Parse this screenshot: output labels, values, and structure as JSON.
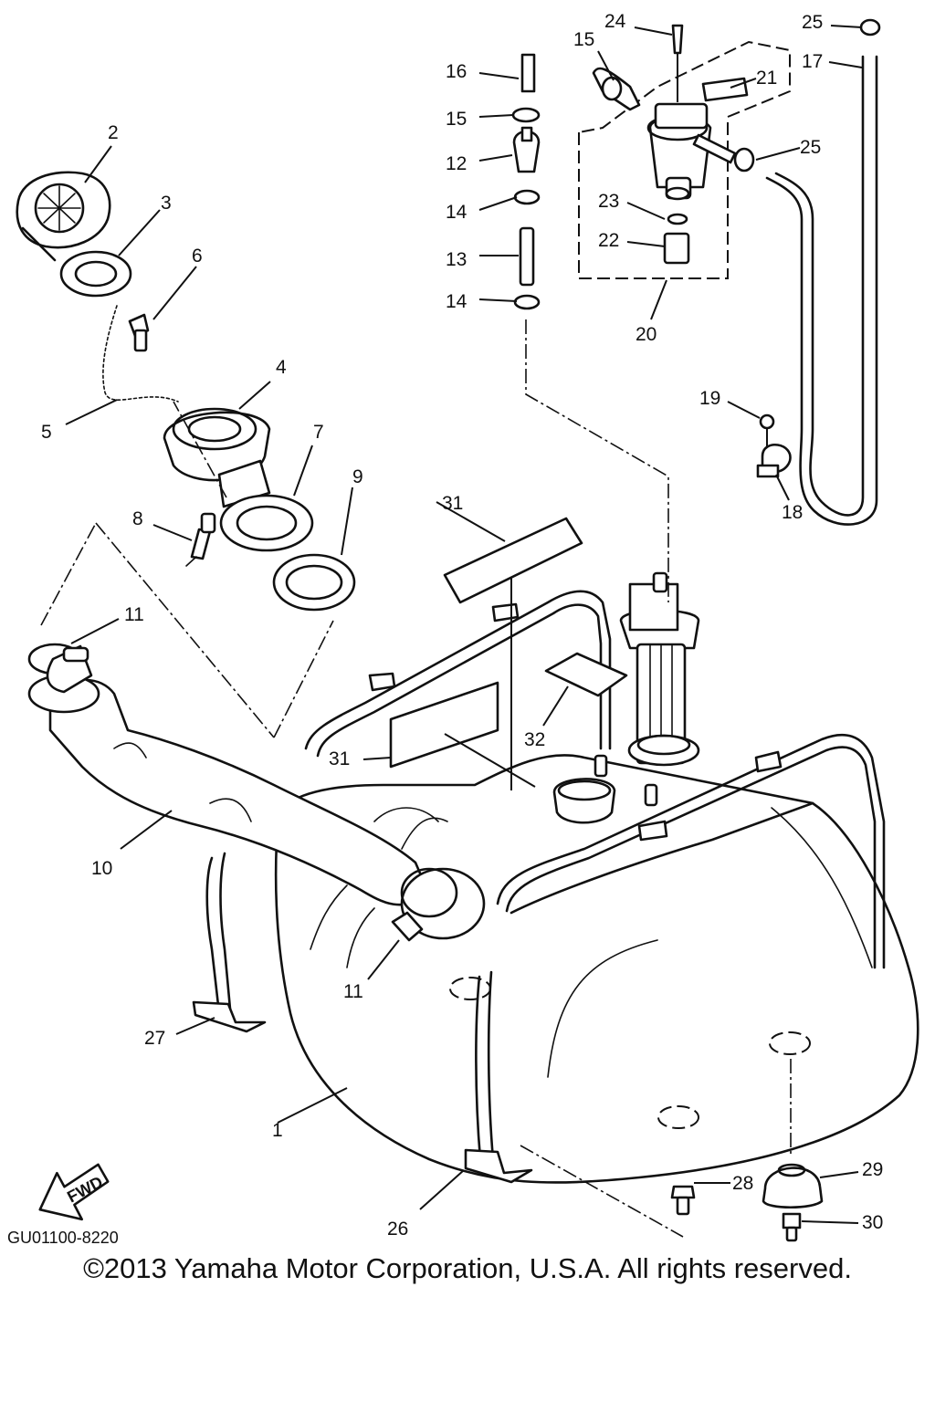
{
  "diagram": {
    "callouts": [
      "1",
      "2",
      "3",
      "4",
      "5",
      "6",
      "7",
      "8",
      "9",
      "10",
      "11",
      "11",
      "12",
      "13",
      "14",
      "14",
      "15",
      "15",
      "16",
      "17",
      "18",
      "19",
      "20",
      "21",
      "22",
      "23",
      "24",
      "25",
      "25",
      "26",
      "27",
      "28",
      "29",
      "30",
      "31",
      "31",
      "32"
    ],
    "drawing_code": "GU01100-8220",
    "fwd_badge": "FWD",
    "copyright": "©2013 Yamaha Motor Corporation, U.S.A. All rights reserved."
  }
}
